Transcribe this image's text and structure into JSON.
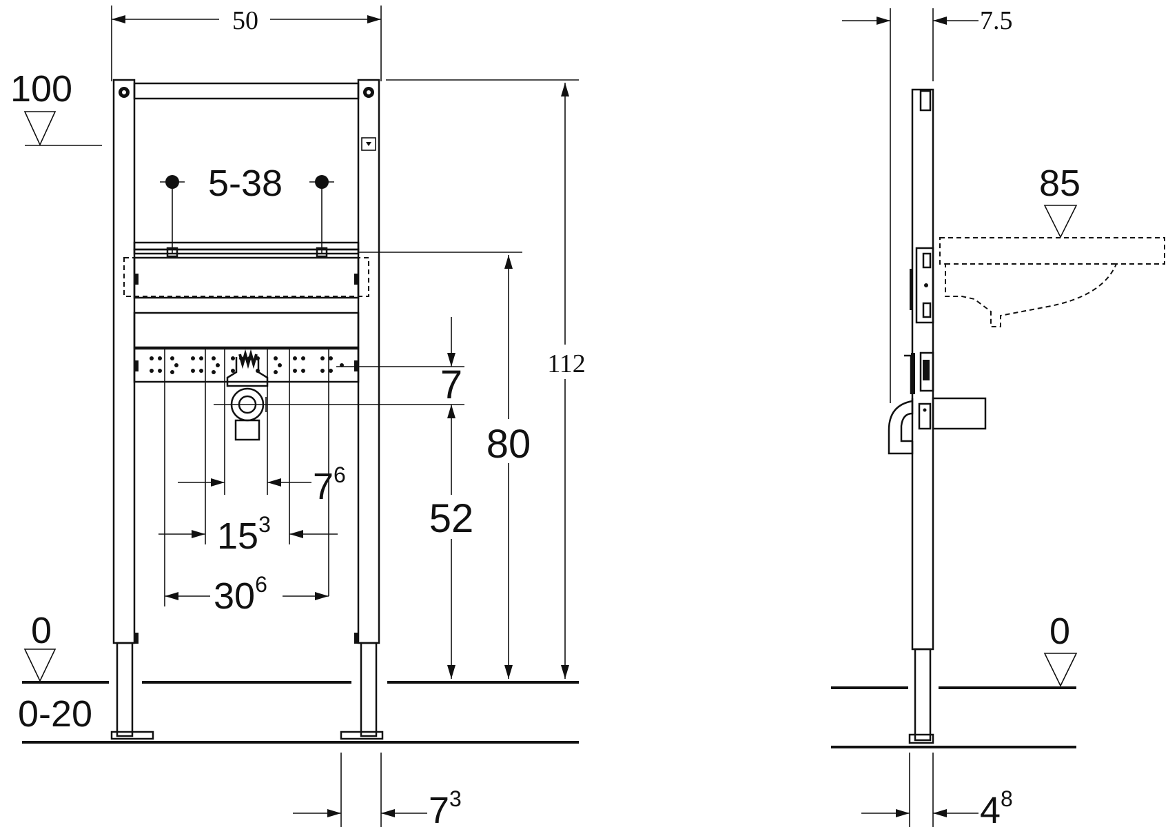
{
  "front_view": {
    "width_label": "50",
    "top_level_label": "100",
    "floor_label": "0",
    "floor_range_label": "0-20",
    "fixing_span_label": "5-38",
    "total_height_label": "112",
    "bracket_height_label": "80",
    "drain_height_label": "52",
    "drain_spacing_label": "7",
    "supply_spacing_small": {
      "base": "7",
      "sup": "6"
    },
    "supply_spacing_mid": {
      "base": "15",
      "sup": "3"
    },
    "supply_spacing_large": {
      "base": "30",
      "sup": "6"
    },
    "foot_width": {
      "base": "7",
      "sup": "3"
    }
  },
  "side_view": {
    "depth_label": "7.5",
    "basin_level_label": "85",
    "floor_label": "0",
    "foot_depth": {
      "base": "4",
      "sup": "8"
    }
  }
}
